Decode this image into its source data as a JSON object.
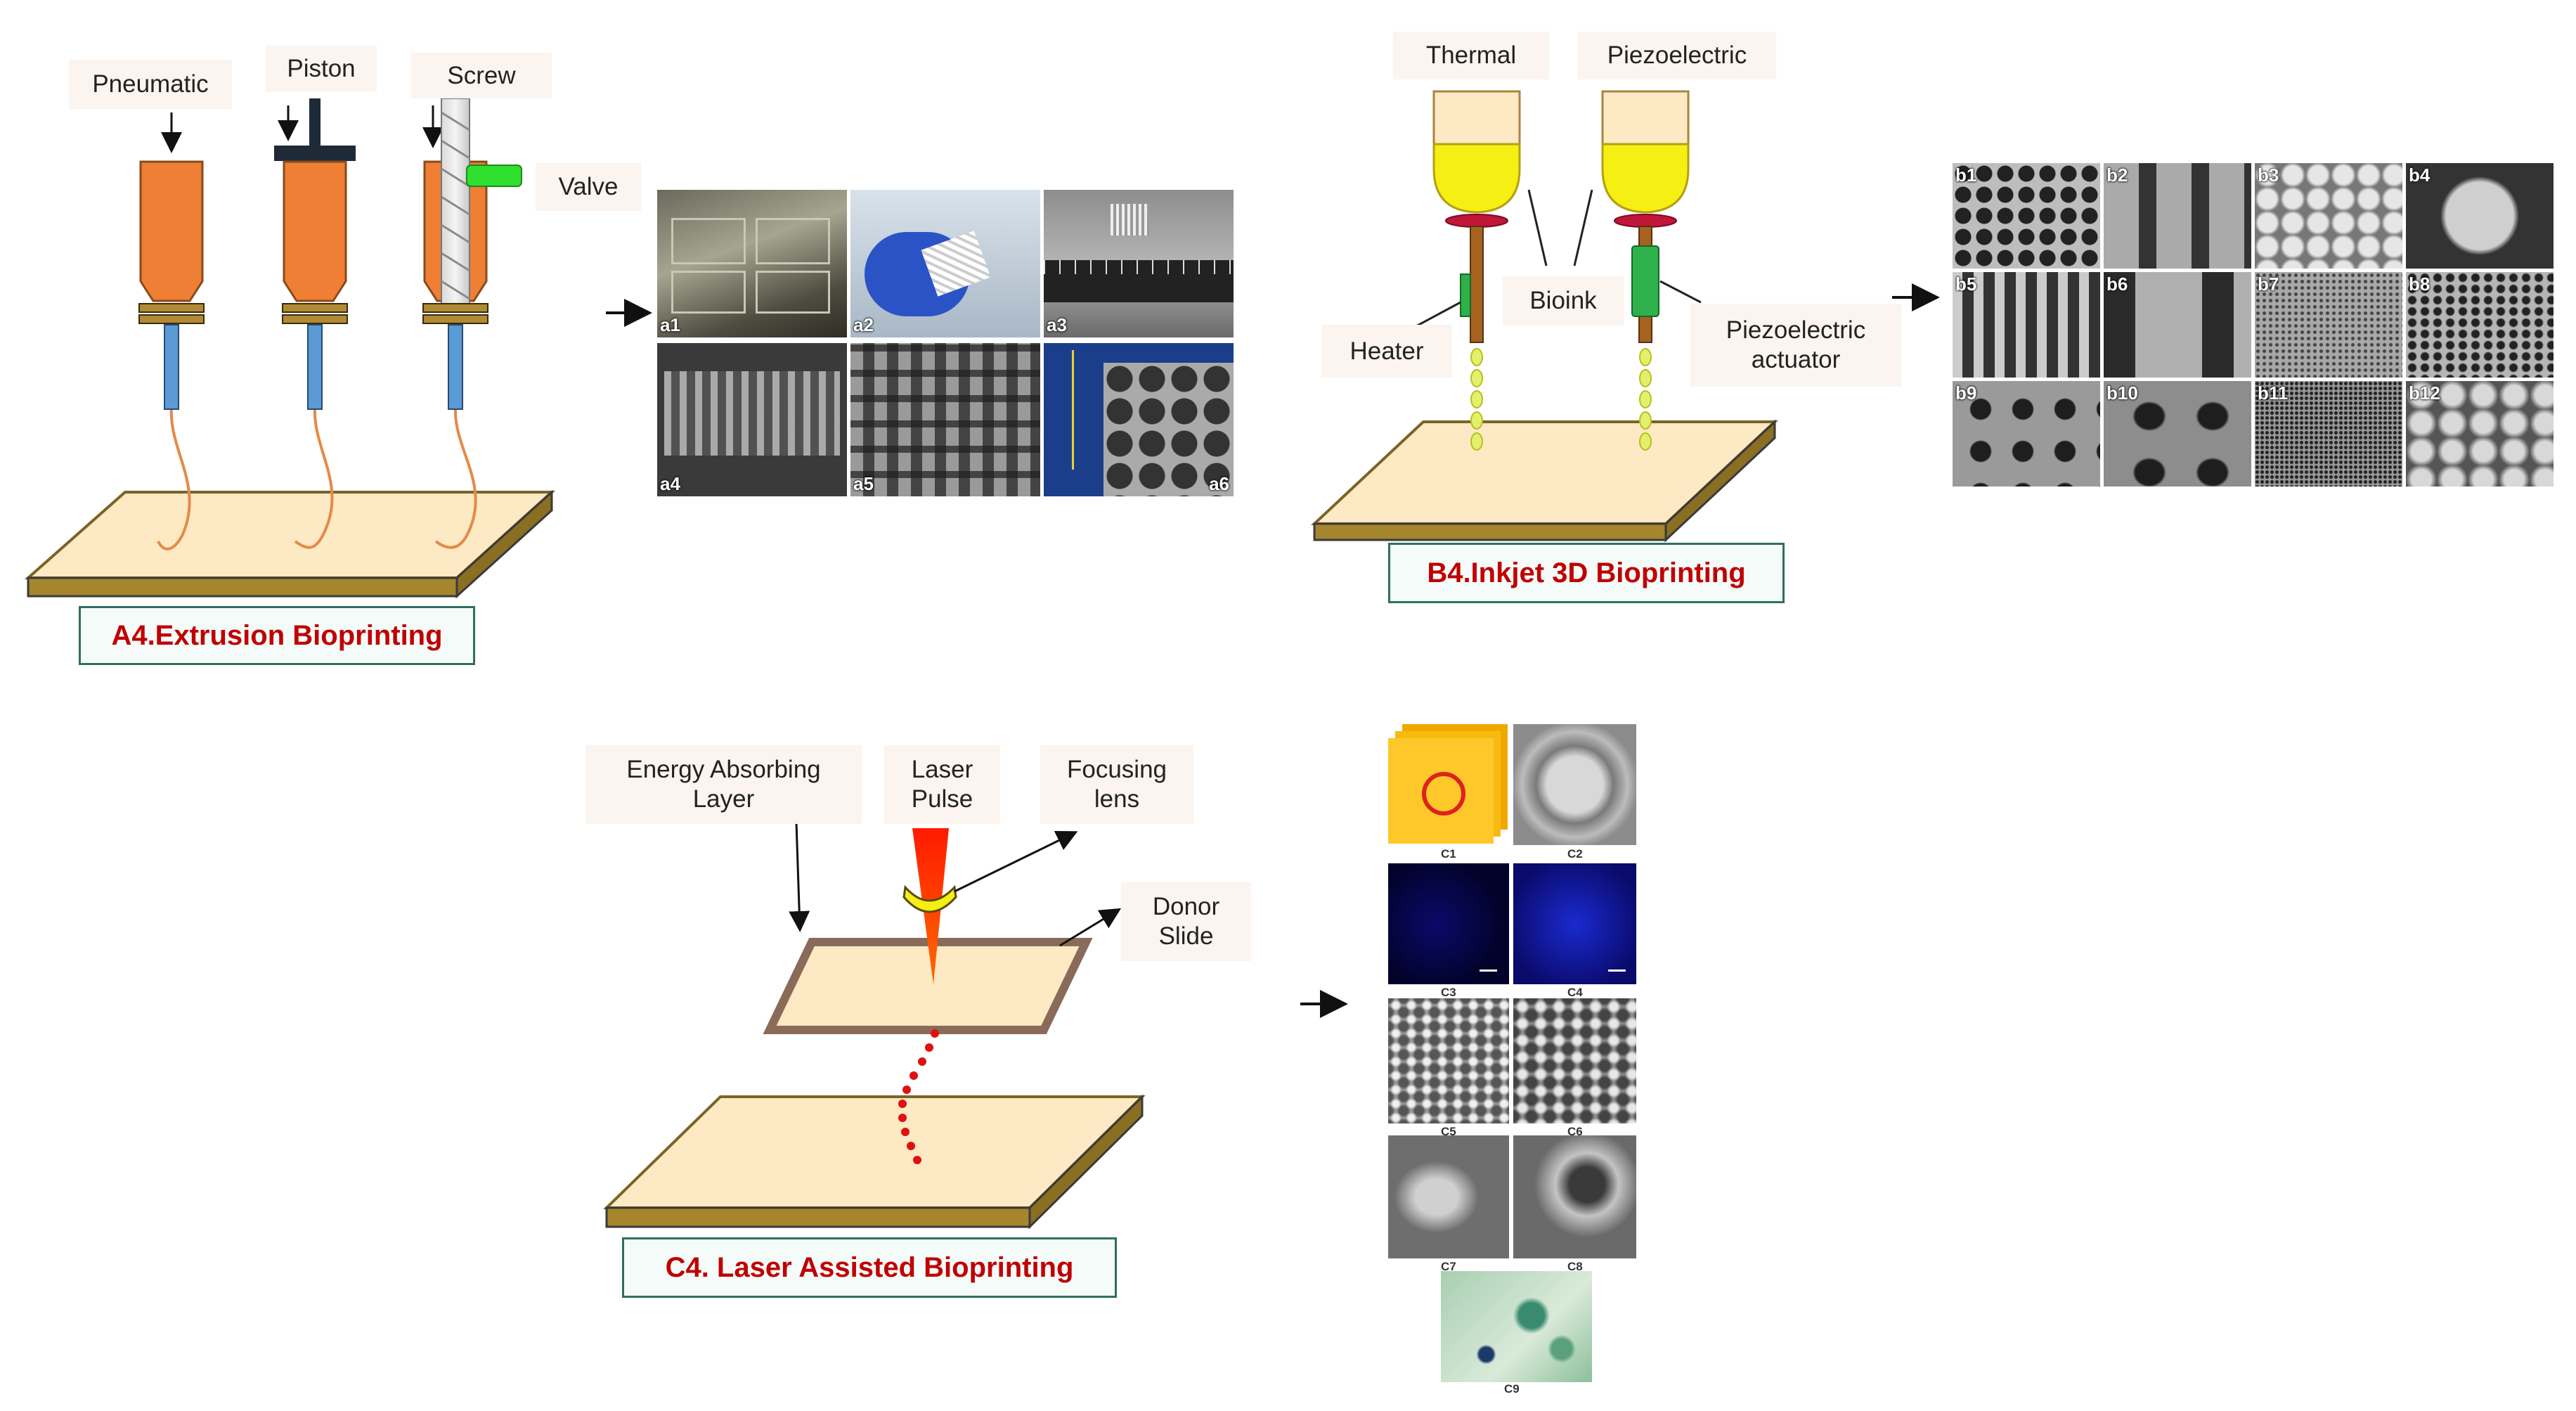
{
  "extrusion": {
    "labels": {
      "pneumatic": "Pneumatic",
      "piston": "Piston",
      "screw": "Screw",
      "valve": "Valve"
    },
    "title": "A4.Extrusion Bioprinting",
    "images": [
      "a1",
      "a2",
      "a3",
      "a4",
      "a5",
      "a6"
    ]
  },
  "inkjet": {
    "labels": {
      "thermal": "Thermal",
      "piezoelectric": "Piezoelectric",
      "bioink": "Bioink",
      "heater": "Heater",
      "actuator_line1": "Piezoelectric",
      "actuator_line2": "actuator"
    },
    "title": "B4.Inkjet 3D Bioprinting",
    "images": [
      "b1",
      "b2",
      "b3",
      "b4",
      "b5",
      "b6",
      "b7",
      "b8",
      "b9",
      "b10",
      "b11",
      "b12"
    ]
  },
  "laser": {
    "labels": {
      "energy_line1": "Energy Absorbing",
      "energy_line2": "Layer",
      "laser_line1": "Laser",
      "laser_line2": "Pulse",
      "focusing_line1": "Focusing",
      "focusing_line2": "lens",
      "donor_line1": "Donor",
      "donor_line2": "Slide"
    },
    "title": "C4. Laser Assisted Bioprinting",
    "images": [
      "C1",
      "C2",
      "C3",
      "C4",
      "C5",
      "C6",
      "C7",
      "C8",
      "C9"
    ]
  },
  "colors": {
    "syringe": "#ee7f35",
    "bioink": "#f5ef14",
    "substrate": "#fde9c3",
    "substrate_edge": "#a5862c",
    "needle": "#5b9bd5",
    "heater": "#2eb04b",
    "valve": "#2fe02f",
    "title_text": "#c00000",
    "title_border": "#2f6f5f",
    "label_bg": "#fbf4ef",
    "droplet": "#e01010",
    "laser": "#ff2200"
  }
}
